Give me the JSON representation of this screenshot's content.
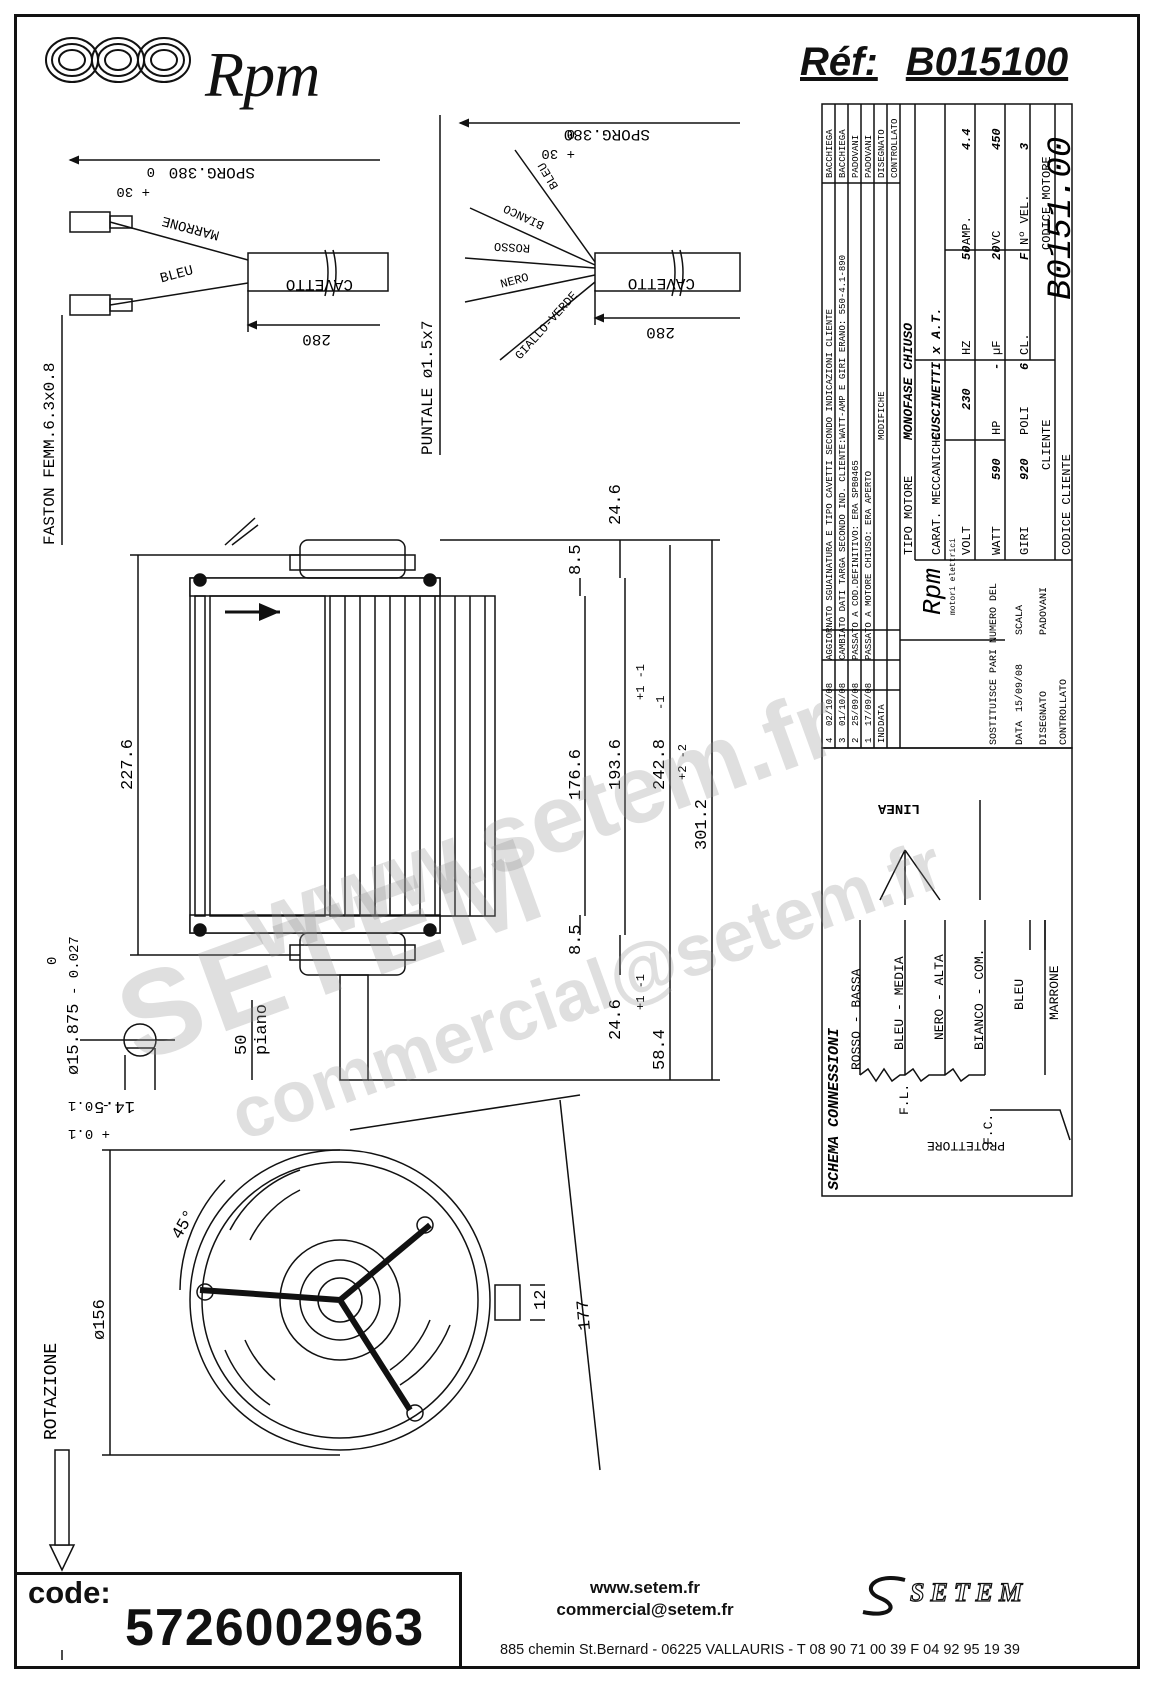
{
  "header": {
    "brand": "Rpm",
    "ref_label": "Réf:",
    "ref_number": "B015100"
  },
  "wiring_left": {
    "sporg": "SPORG.380",
    "sporg_zero": "0",
    "sporg_tol": "+ 30",
    "wire1": "MARRONE",
    "wire2": "BLEU",
    "cable": "CAVETTO",
    "length": "280",
    "faston": "FASTON FEMM.6.3x0.8"
  },
  "wiring_right": {
    "sporg": "SPORG.380",
    "sporg_zero": "0",
    "sporg_tol": "+ 30",
    "wires": [
      "BLEU",
      "BIANCO",
      "ROSSO",
      "NERO",
      "GIALLO-VERDE"
    ],
    "cable": "CAVETTO",
    "length": "280",
    "puntale": "PUNTALE ø1.5x7"
  },
  "motor_side": {
    "dims": {
      "d_24_6_top": "24.6",
      "d_8_5_top": "8.5",
      "d_227_6": "227.6",
      "d_176_6": "176.6",
      "d_193_6": "193.6",
      "d_193_tol": "+1 -1",
      "d_242_8": "242.8",
      "d_242_tol": "-1",
      "d_301_2": "301.2",
      "d_301_tol": "+2 -2",
      "d_8_5_bot": "8.5",
      "d_24_6_bot": "24.6",
      "d_58_4": "58.4",
      "d_58_tol": "+1 -1",
      "d_50": "50",
      "piano": "piano",
      "d_shaft": "ø15.875",
      "d_shaft_tol": "- 0.027",
      "d_shaft_zero": "0",
      "d_14_5": "14.5",
      "d_14_5_tol": "- 0.1",
      "d_14_5_tol2": "+ 0.1"
    }
  },
  "motor_front": {
    "angle": "45°",
    "diameter": "ø156",
    "d_177": "177",
    "d_12": "12",
    "rotation": "ROTAZIONE"
  },
  "title_block": {
    "revisions": [
      {
        "ind": "4",
        "date": "02/10/08",
        "text": "AGGIORNATO SGUAINATURA E TIPO CAVETTI SECONDO INDICAZIONI CLIENTE",
        "by": "BACCHIEGA"
      },
      {
        "ind": "3",
        "date": "01/10/08",
        "text": "CAMBIATO DATI TARGA SECONDO IND. CLIENTE:WATT-AMP E GIRI ERANO: 550-4.1-890",
        "by": "BACCHIEGA"
      },
      {
        "ind": "2",
        "date": "25/09/08",
        "text": "PASSATO A COD.DEFINITIVO: ERA SPB0465",
        "by": "PADOVANI"
      },
      {
        "ind": "1",
        "date": "17/09/08",
        "text": "PASSATO A MOTORE CHIUSO: ERA APERTO",
        "by": "PADOVANI"
      }
    ],
    "rev_header": {
      "ind": "IND",
      "date": "DATA",
      "changes": "MODIFICHE",
      "drawn": "DISEGNATO",
      "checked": "CONTROLLATO"
    },
    "motor_type_label": "TIPO MOTORE",
    "motor_type": "MONOFASE CHIUSO",
    "mech_label": "CARAT. MECCANICHE",
    "mech": "CUSCINETTI x A.T.",
    "specs": [
      {
        "k": "VOLT",
        "v": "230"
      },
      {
        "k": "HZ",
        "v": "50"
      },
      {
        "k": "AMP.",
        "v": "4.4"
      },
      {
        "k": "WATT",
        "v": "590"
      },
      {
        "k": "HP",
        "v": "-"
      },
      {
        "k": "µF",
        "v": "20"
      },
      {
        "k": "VC",
        "v": "450"
      },
      {
        "k": "GIRI",
        "v": "920"
      },
      {
        "k": "POLI",
        "v": "6"
      },
      {
        "k": "CL.",
        "v": "F"
      },
      {
        "k": "Nº VEL.",
        "v": "3"
      }
    ],
    "cliente_label": "CLIENTE",
    "codice_motore_label": "CODICE MOTORE",
    "codice_motore": "B0151.00",
    "codice_cliente_label": "CODICE CLIENTE",
    "logo_text": "Rpm",
    "logo_sub": "motori elettrici",
    "sostituisce": "SOSTITUISCE PARI NUMERO DEL",
    "data_label": "DATA",
    "data_value": "15/09/08",
    "scala_label": "SCALA",
    "disegnato_label": "DISEGNATO",
    "disegnato_value": "PADOVANI",
    "controllato_label": "CONTROLLATO"
  },
  "schema": {
    "title": "SCHEMA CONNESSIONI",
    "linea": "LINEA",
    "wires": [
      "ROSSO - BASSA",
      "BLEU - MEDIA",
      "NERO - ALTA",
      "BIANCO - COM.",
      "BLEU",
      "MARRONE"
    ],
    "fl": "F.L.",
    "fc": "F.C.",
    "protettore": "PROTETTORE"
  },
  "watermark": {
    "line1": "www.setem.fr",
    "line2": "SETEM",
    "line3": "commercial@setem.fr"
  },
  "footer": {
    "code_label": "code:",
    "code": "5726002963",
    "website": "www.setem.fr",
    "email": "commercial@setem.fr",
    "address": "885 chemin St.Bernard  -  06225 VALLAURIS  -  T 08 90 71 00 39   F 04 92 95 19 39",
    "logo": "SETEM"
  }
}
